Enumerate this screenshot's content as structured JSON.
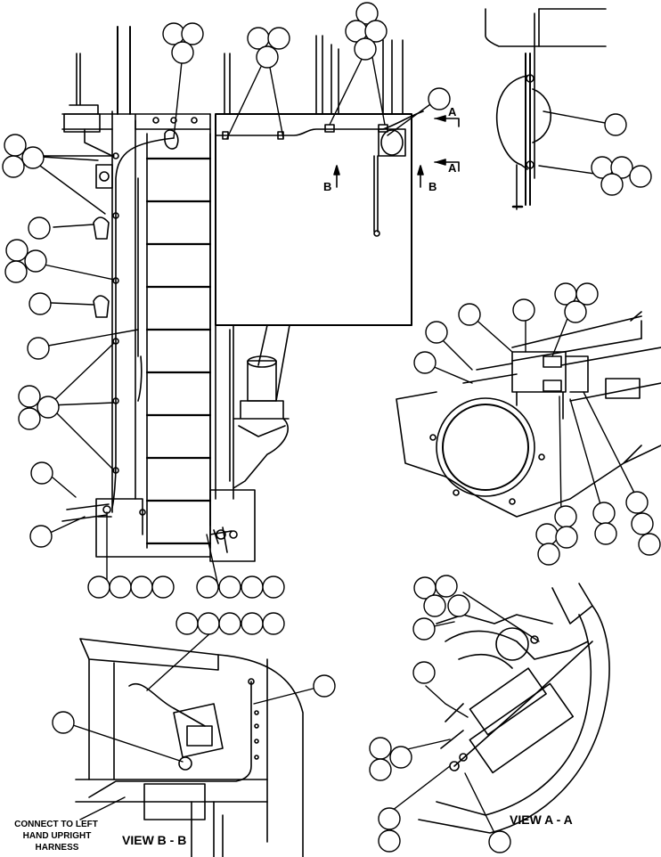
{
  "drawing": {
    "section_marker": "A",
    "section_marker_b": "B",
    "view_aa_label": "VIEW A - A",
    "view_bb_label": "VIEW B - B",
    "note_line1": "CONNECT TO LEFT",
    "note_line2": "HAND UPRIGHT",
    "note_line3": "HARNESS"
  },
  "colors": {
    "line": "#000000",
    "background": "#ffffff"
  }
}
